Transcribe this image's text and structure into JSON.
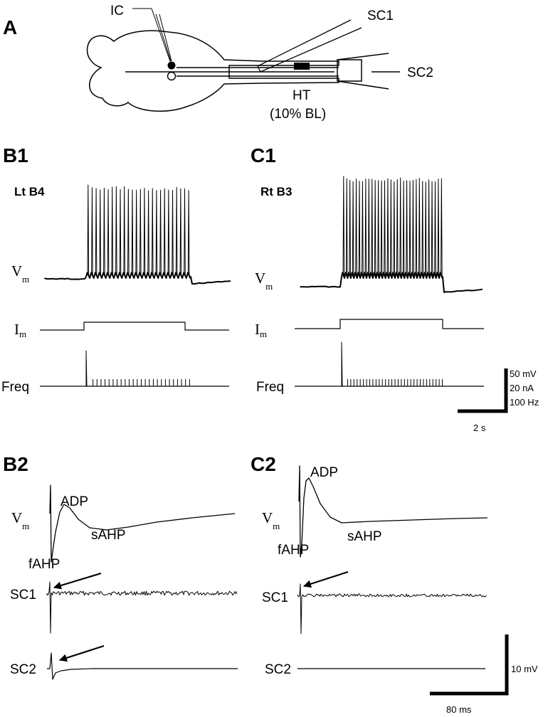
{
  "panels": {
    "a": "A",
    "b1": "B1",
    "c1": "C1",
    "b2": "B2",
    "c2": "C2"
  },
  "schematic": {
    "ic": "IC",
    "sc1": "SC1",
    "sc2": "SC2",
    "ht": "HT",
    "ht_note": "(10% BL)"
  },
  "b1": {
    "cell": "Lt B4",
    "spikes": 26
  },
  "c1": {
    "cell": "Rt B3",
    "spikes": 32
  },
  "traces": {
    "v": "V",
    "m": "m",
    "i": "I",
    "im": "m",
    "freq": "Freq",
    "sc1": "SC1",
    "sc2": "SC2"
  },
  "annotations": {
    "adp": "ADP",
    "fahp": "fAHP",
    "sahp": "sAHP"
  },
  "scalebar1": {
    "v": "50 mV",
    "i": "20 nA",
    "f": "100 Hz",
    "t": "2 s"
  },
  "scalebar2": {
    "v": "10 mV",
    "t": "80 ms"
  }
}
